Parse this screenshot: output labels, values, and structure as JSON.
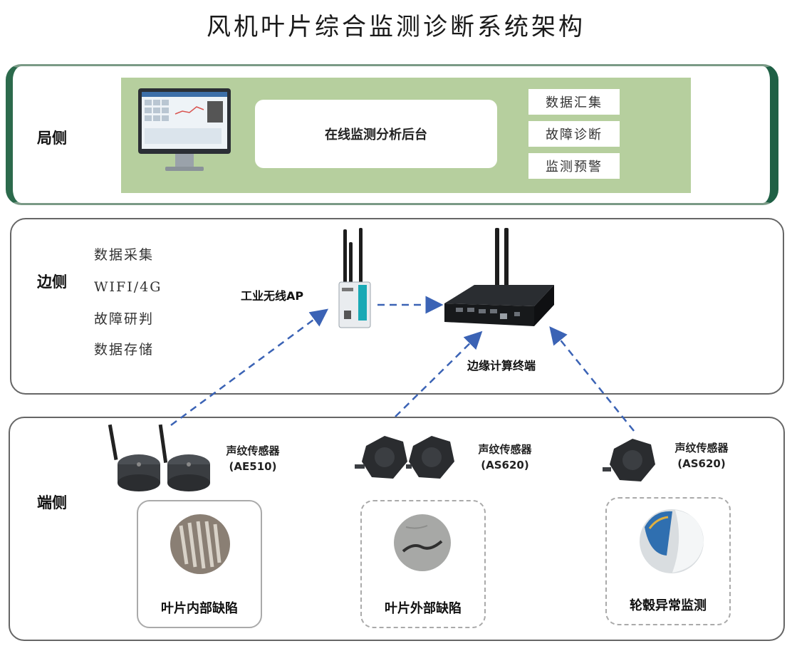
{
  "title": "风机叶片综合监测诊断系统架构",
  "cloud": {
    "label": "局侧",
    "platform": "在线监测分析后台",
    "functions": [
      "数据汇集",
      "故障诊断",
      "监测预警"
    ]
  },
  "edge": {
    "label": "边侧",
    "functions": [
      "数据采集",
      "WIFI/4G",
      "故障研判",
      "数据存储"
    ],
    "ap_label": "工业无线AP",
    "terminal_label": "边缘计算终端"
  },
  "device": {
    "label": "端侧",
    "sensors": [
      {
        "name": "声纹传感器",
        "model": "(AE510)"
      },
      {
        "name": "声纹传感器",
        "model": "(AS620)"
      },
      {
        "name": "声纹传感器",
        "model": "(AS620)"
      }
    ],
    "defects": [
      "叶片内部缺陷",
      "叶片外部缺陷",
      "轮毂异常监测"
    ]
  },
  "colors": {
    "accent_green": "#2c6a4c",
    "panel_green": "#b6cf9e",
    "arrow_blue": "#3b63b5"
  },
  "icons": [
    "monitor-icon",
    "wireless-ap-icon",
    "edge-router-icon",
    "ae510-sensor-icon",
    "as620-sensor-icon",
    "blade-inner-photo",
    "blade-outer-photo",
    "hub-photo"
  ]
}
